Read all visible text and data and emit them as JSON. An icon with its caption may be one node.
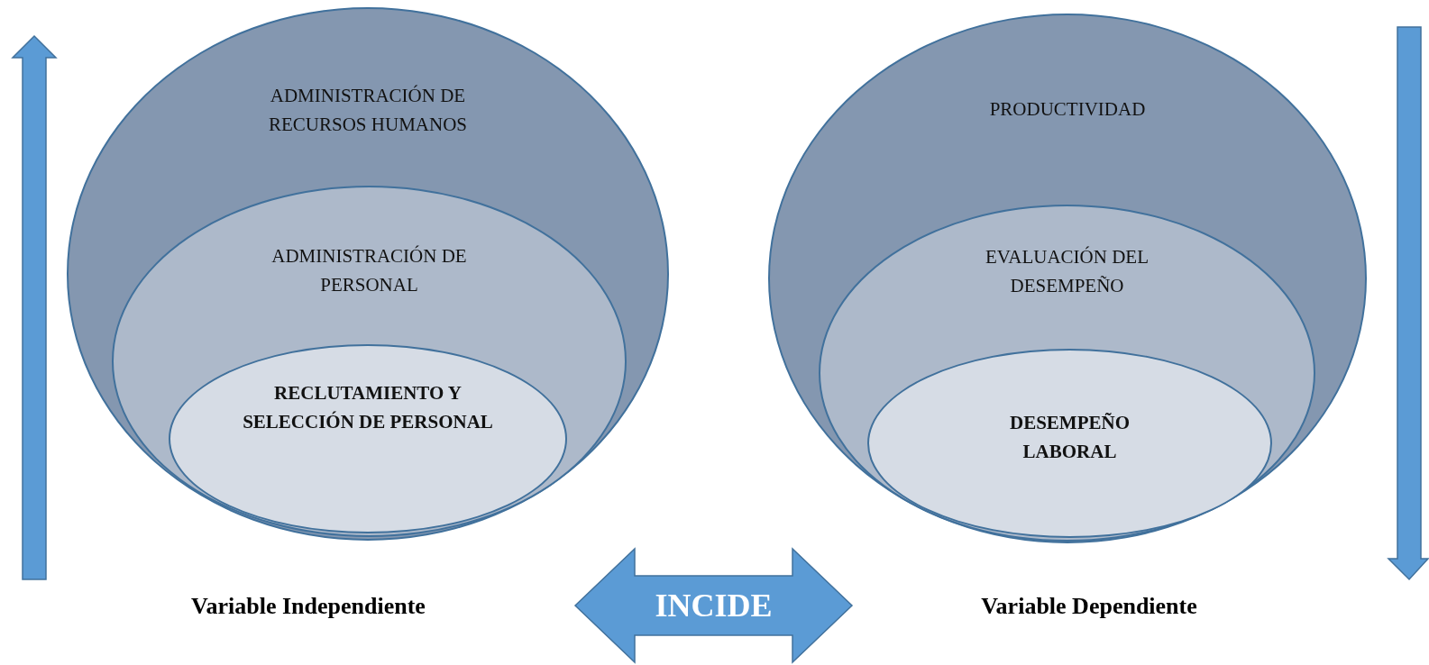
{
  "diagram": {
    "nodes": [
      {
        "text": [
          "ADMINISTRACIÓN DE RECURSOS HUMANOS"
        ],
        "beside": [
          "Variable Independiente"
        ]
      },
      {
        "text": [
          "ADMINISTRACIÓN DE PERSONAL"
        ],
        "in": 0
      },
      {
        "text": [
          "RECLUTAMIENTO Y SELECCIÓN DE PERSONAL"
        ],
        "in": 1
      },
      {
        "text": [
          "PRODUCTIVIDAD"
        ],
        "beside": [
          "Variable Dependiente"
        ]
      },
      {
        "text": [
          "EVALUACIÓN DEL DESEMPEÑO"
        ],
        "in": 3
      },
      {
        "text": [
          "DESEMPEÑO LABORAL"
        ],
        "in": 4
      }
    ],
    "edges": [
      {
        "from": 0,
        "to": 3,
        "arrow": "both",
        "label": "INCIDE",
        "style": "thick"
      }
    ]
  }
}
